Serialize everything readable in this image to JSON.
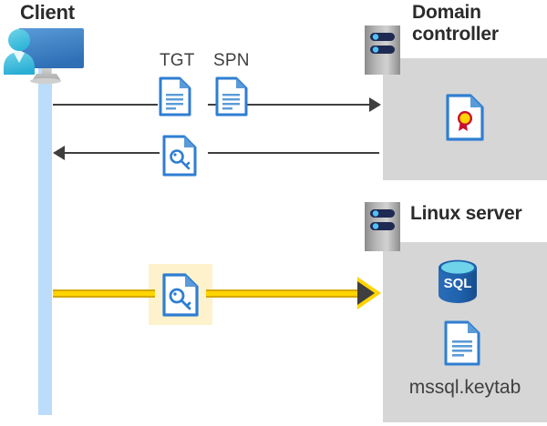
{
  "diagram": {
    "title_client": "Client",
    "title_domain_controller": "Domain\ncontroller",
    "title_linux_server": "Linux server",
    "labels": {
      "tgt": "TGT",
      "spn": "SPN",
      "keytab_file": "mssql.keytab"
    },
    "icons": {
      "client": "client-workstation-icon",
      "server_dc": "server-rack-icon",
      "server_linux": "server-rack-icon",
      "tgt_doc": "document-icon",
      "spn_doc": "document-icon",
      "ticket_doc": "document-key-icon",
      "service_ticket_doc": "document-key-icon",
      "certificate": "certificate-document-icon",
      "sql_database": "sql-database-icon",
      "keytab_doc": "document-icon"
    },
    "flows": [
      {
        "name": "request",
        "direction": "right",
        "from": "Client",
        "to": "Domain controller",
        "style": "black"
      },
      {
        "name": "response",
        "direction": "left",
        "from": "Domain controller",
        "to": "Client",
        "style": "black"
      },
      {
        "name": "service-ticket",
        "direction": "right",
        "from": "Client",
        "to": "Linux server",
        "style": "yellow-highlight"
      }
    ],
    "colors": {
      "panel_gray": "#d6d6d6",
      "lifeline_blue": "#bcdcfb",
      "accent_blue": "#2f7ed1",
      "arrow_black": "#3f3f3f",
      "arrow_yellow": "#ffd400",
      "arrow_yellow_dark": "#d4a800",
      "highlight_yellow": "#fdf2cc",
      "sql_blue": "#1f62ad",
      "cert_red": "#c8102e",
      "cert_gold": "#ffd400"
    }
  }
}
